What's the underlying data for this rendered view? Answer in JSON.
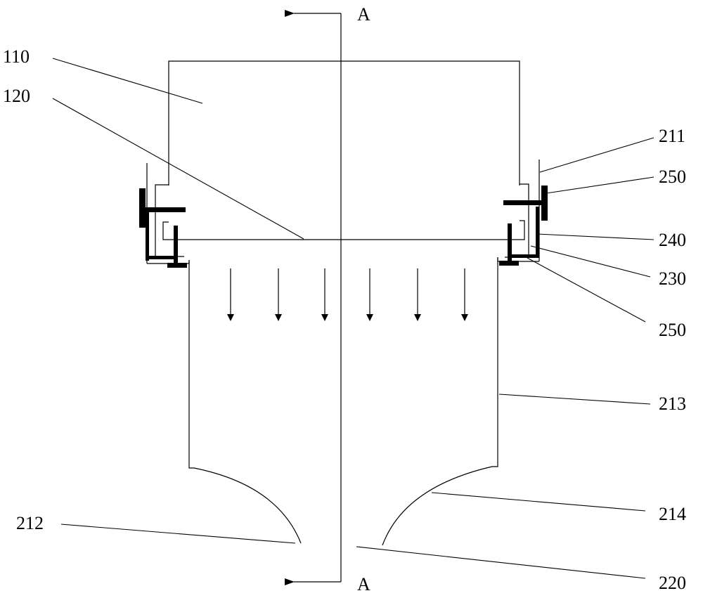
{
  "section_marks": {
    "top": "A",
    "bottom": "A"
  },
  "labels": {
    "l110": "110",
    "l120": "120",
    "l211": "211",
    "l250a": "250",
    "l240": "240",
    "l230": "230",
    "l250b": "250",
    "l213": "213",
    "l214": "214",
    "l212": "212",
    "l220": "220"
  }
}
